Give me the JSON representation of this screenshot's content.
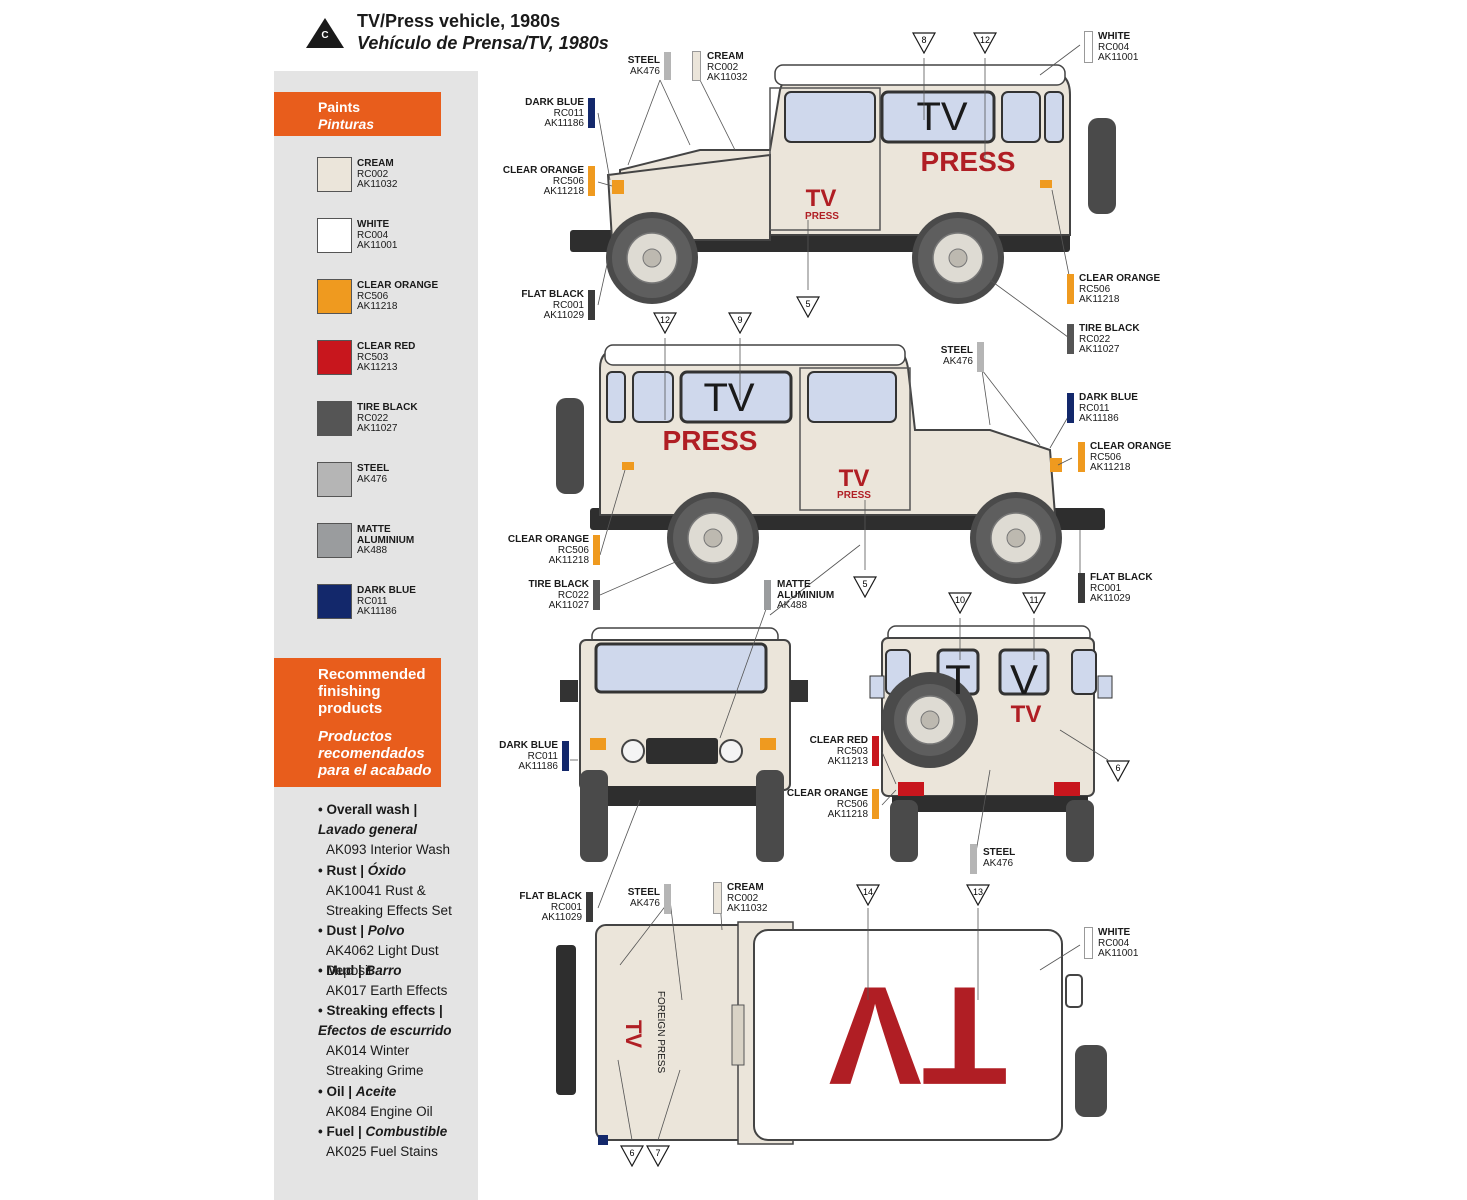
{
  "header": {
    "scheme_letter": "C",
    "title_en": "TV/Press vehicle, 1980s",
    "title_es": "Vehículo de Prensa/TV, 1980s"
  },
  "colors": {
    "orange_accent": "#e85d1c",
    "cream": "#ebe5da",
    "white": "#ffffff",
    "clear_orange": "#ef9a1f",
    "clear_red": "#c8161d",
    "tire_black": "#555555",
    "steel": "#b5b5b5",
    "matte_aluminium": "#9a9c9e",
    "dark_blue": "#13286b",
    "flat_black": "#3a3a3a",
    "glass": "#cfd8ec",
    "decal_red": "#b01e24"
  },
  "paints": {
    "title_en": "Paints",
    "title_es": "Pinturas",
    "items": [
      {
        "name": "CREAM",
        "codes": [
          "RC002",
          "AK11032"
        ],
        "color": "#ebe5da"
      },
      {
        "name": "WHITE",
        "codes": [
          "RC004",
          "AK11001"
        ],
        "color": "#ffffff"
      },
      {
        "name": "CLEAR ORANGE",
        "codes": [
          "RC506",
          "AK11218"
        ],
        "color": "#ef9a1f"
      },
      {
        "name": "CLEAR RED",
        "codes": [
          "RC503",
          "AK11213"
        ],
        "color": "#c8161d"
      },
      {
        "name": "TIRE BLACK",
        "codes": [
          "RC022",
          "AK11027"
        ],
        "color": "#555555"
      },
      {
        "name": "STEEL",
        "codes": [
          "AK476"
        ],
        "color": "#b5b5b5"
      },
      {
        "name": "MATTE ALUMINIUM",
        "codes": [
          "AK488"
        ],
        "color": "#9a9c9e"
      },
      {
        "name": "DARK BLUE",
        "codes": [
          "RC011",
          "AK11186"
        ],
        "color": "#13286b"
      }
    ]
  },
  "finishing": {
    "title_en": "Recommended finishing products",
    "title_es": "Productos recomendados para el acabado",
    "items": [
      {
        "label_en": "• Overall wash |",
        "label_es": "Lavado general",
        "product": "AK093 Interior Wash"
      },
      {
        "label_en": "• Rust |",
        "label_es": "Óxido",
        "product": "AK10041 Rust & Streaking Effects Set"
      },
      {
        "label_en": "• Dust |",
        "label_es": "Polvo",
        "product": "AK4062 Light Dust Deposit"
      },
      {
        "label_en": "• Mud |",
        "label_es": "Barro",
        "product": "AK017 Earth Effects"
      },
      {
        "label_en": "• Streaking effects |",
        "label_es": "Efectos de escurrido",
        "product": "AK014 Winter Streaking Grime"
      },
      {
        "label_en": "• Oil |",
        "label_es": "Aceite",
        "product": "AK084 Engine Oil"
      },
      {
        "label_en": "• Fuel |",
        "label_es": "Combustible",
        "product": "AK025 Fuel Stains"
      }
    ]
  },
  "decals": {
    "tv": "TV",
    "press": "PRESS",
    "foreign_press": "FOREIGN PRESS"
  },
  "callouts": {
    "c1": {
      "name": "STEEL",
      "codes": [
        "AK476"
      ]
    },
    "c2": {
      "name": "CREAM",
      "codes": [
        "RC002",
        "AK11032"
      ]
    },
    "c3": {
      "name": "WHITE",
      "codes": [
        "RC004",
        "AK11001"
      ]
    },
    "c4": {
      "name": "DARK BLUE",
      "codes": [
        "RC011",
        "AK11186"
      ]
    },
    "c5": {
      "name": "CLEAR ORANGE",
      "codes": [
        "RC506",
        "AK11218"
      ]
    },
    "c6": {
      "name": "FLAT BLACK",
      "codes": [
        "RC001",
        "AK11029"
      ]
    },
    "c7": {
      "name": "CLEAR ORANGE",
      "codes": [
        "RC506",
        "AK11218"
      ]
    },
    "c8": {
      "name": "TIRE BLACK",
      "codes": [
        "RC022",
        "AK11027"
      ]
    },
    "c9": {
      "name": "STEEL",
      "codes": [
        "AK476"
      ]
    },
    "c10": {
      "name": "DARK BLUE",
      "codes": [
        "RC011",
        "AK11186"
      ]
    },
    "c11": {
      "name": "CLEAR ORANGE",
      "codes": [
        "RC506",
        "AK11218"
      ]
    },
    "c12": {
      "name": "CLEAR ORANGE",
      "codes": [
        "RC506",
        "AK11218"
      ]
    },
    "c13": {
      "name": "TIRE BLACK",
      "codes": [
        "RC022",
        "AK11027"
      ]
    },
    "c14": {
      "name": "MATTE ALUMINIUM",
      "codes": [
        "AK488"
      ]
    },
    "c15": {
      "name": "FLAT BLACK",
      "codes": [
        "RC001",
        "AK11029"
      ]
    },
    "c16": {
      "name": "DARK BLUE",
      "codes": [
        "RC011",
        "AK11186"
      ]
    },
    "c17": {
      "name": "CLEAR RED",
      "codes": [
        "RC503",
        "AK11213"
      ]
    },
    "c18": {
      "name": "CLEAR ORANGE",
      "codes": [
        "RC506",
        "AK11218"
      ]
    },
    "c19": {
      "name": "STEEL",
      "codes": [
        "AK476"
      ]
    },
    "c20": {
      "name": "FLAT BLACK",
      "codes": [
        "RC001",
        "AK11029"
      ]
    },
    "c21": {
      "name": "STEEL",
      "codes": [
        "AK476"
      ]
    },
    "c22": {
      "name": "CREAM",
      "codes": [
        "RC002",
        "AK11032"
      ]
    },
    "c23": {
      "name": "WHITE",
      "codes": [
        "RC004",
        "AK11001"
      ]
    }
  },
  "decal_markers": {
    "m1": "8",
    "m2": "12",
    "m3": "5",
    "m4": "12",
    "m5": "9",
    "m6": "5",
    "m7": "10",
    "m8": "11",
    "m9": "6",
    "m10": "14",
    "m11": "13",
    "m12": "6",
    "m13": "7"
  }
}
